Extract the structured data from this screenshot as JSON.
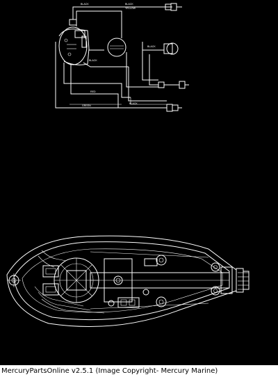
{
  "footer": {
    "caption": "MercuryPartsOnline v2.5.1 (Image Copyright- Mercury Marine)"
  },
  "wiring_labels": {
    "black_1": "BLACK",
    "black_2": "BLACK",
    "black_3": "BLACK",
    "black_4": "BLACK",
    "black_5": "BLACK",
    "red": "RED",
    "yellow": "YELLOW",
    "green": "GREEN"
  },
  "colors": {
    "background": "#000000",
    "line": "#ffffff",
    "footer_bg": "#ffffff",
    "footer_text": "#000000"
  }
}
